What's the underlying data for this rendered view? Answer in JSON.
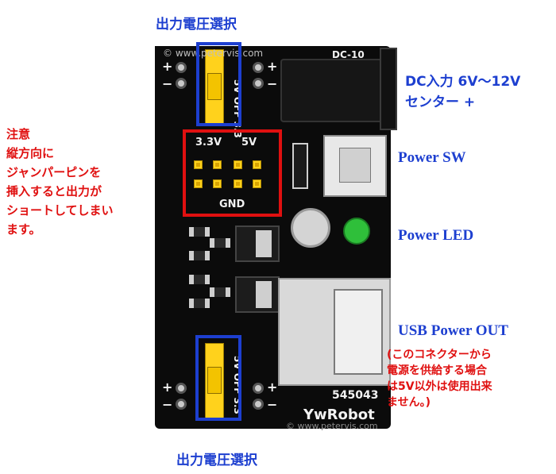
{
  "labels": {
    "top_voltage_select": "出力電圧選択",
    "bottom_voltage_select": "出力電圧選択",
    "dc_input_line1": "DC入力 6V〜12V",
    "dc_input_line2": "センター +",
    "power_sw": "Power SW",
    "power_led": "Power LED",
    "usb_power_out": "USB Power OUT",
    "usb_note": [
      "(このコネクターから",
      "電源を供給する場合",
      "は5V以外は使用出来",
      "ません。)"
    ],
    "warning": [
      "注意",
      "縦方向に",
      "ジャンパーピンを",
      "挿入すると出力が",
      "ショートしてしまい",
      "ます。"
    ]
  },
  "pcb": {
    "silk_top_jumper": "5V OFF 3.3",
    "silk_bottom_jumper": "5V OFF 3.3",
    "silk_dc": "DC-10",
    "silk_header_33": "3.3V",
    "silk_header_5": "5V",
    "silk_gnd": "GND",
    "silk_serial": "545043",
    "silk_brand": "YwRobot",
    "plus": "+",
    "minus": "−",
    "watermark_top": "© www.petervis.com",
    "watermark_bottom": "© www.petervis.com"
  },
  "colors": {
    "label_blue": "#1d3fd0",
    "label_red": "#e01010",
    "pcb": "#0b0b0b",
    "header_yellow": "#ffd21c",
    "led_green": "#2fbf3a",
    "highlight_blue": "#1d3fd0",
    "highlight_red": "#e01010"
  }
}
